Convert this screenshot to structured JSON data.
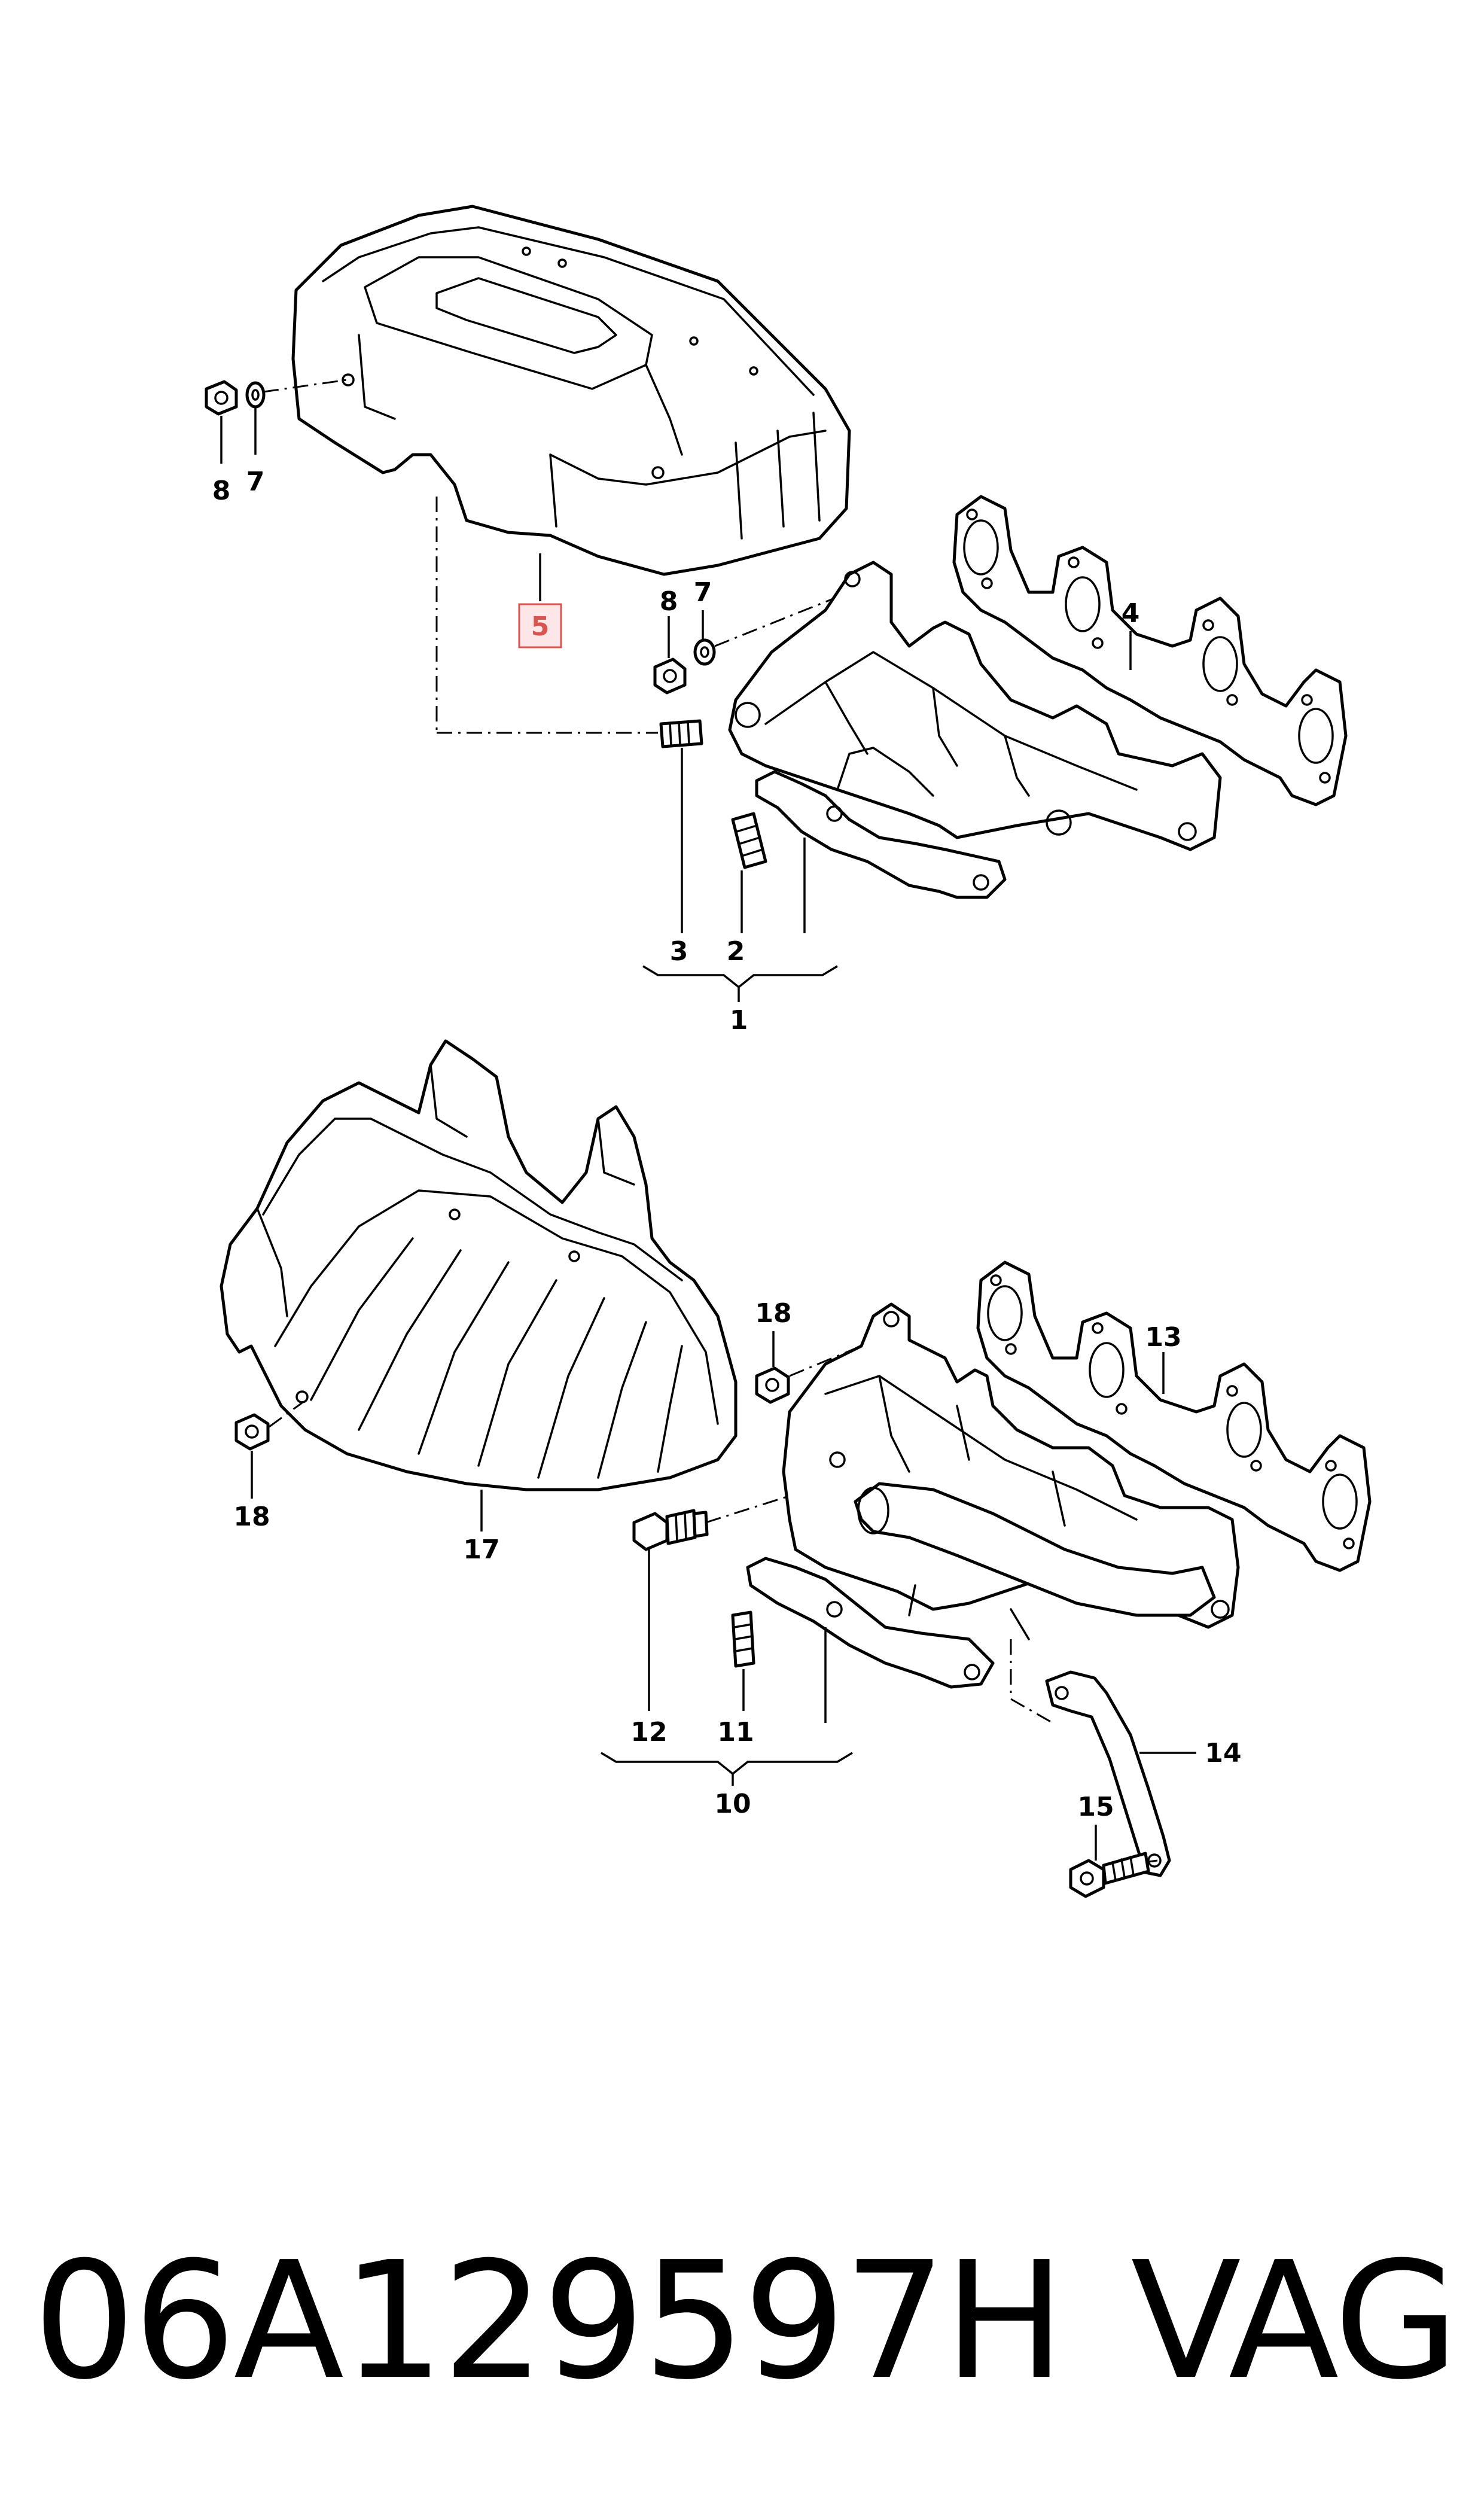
{
  "callouts": {
    "c1": "1",
    "c2": "2",
    "c3": "3",
    "c4": "4",
    "c5": "5",
    "c7a": "7",
    "c7b": "7",
    "c8a": "8",
    "c8b": "8",
    "c10": "10",
    "c11": "11",
    "c12": "12",
    "c13": "13",
    "c14": "14",
    "c15": "15",
    "c17": "17",
    "c18a": "18",
    "c18b": "18"
  },
  "highlighted_callout": "5",
  "colors": {
    "highlight_fill": "#fde6e8",
    "highlight_stroke": "#d9534f",
    "line": "#000000"
  },
  "footer": {
    "part_number": "06A129597H",
    "brand": "VAG"
  }
}
